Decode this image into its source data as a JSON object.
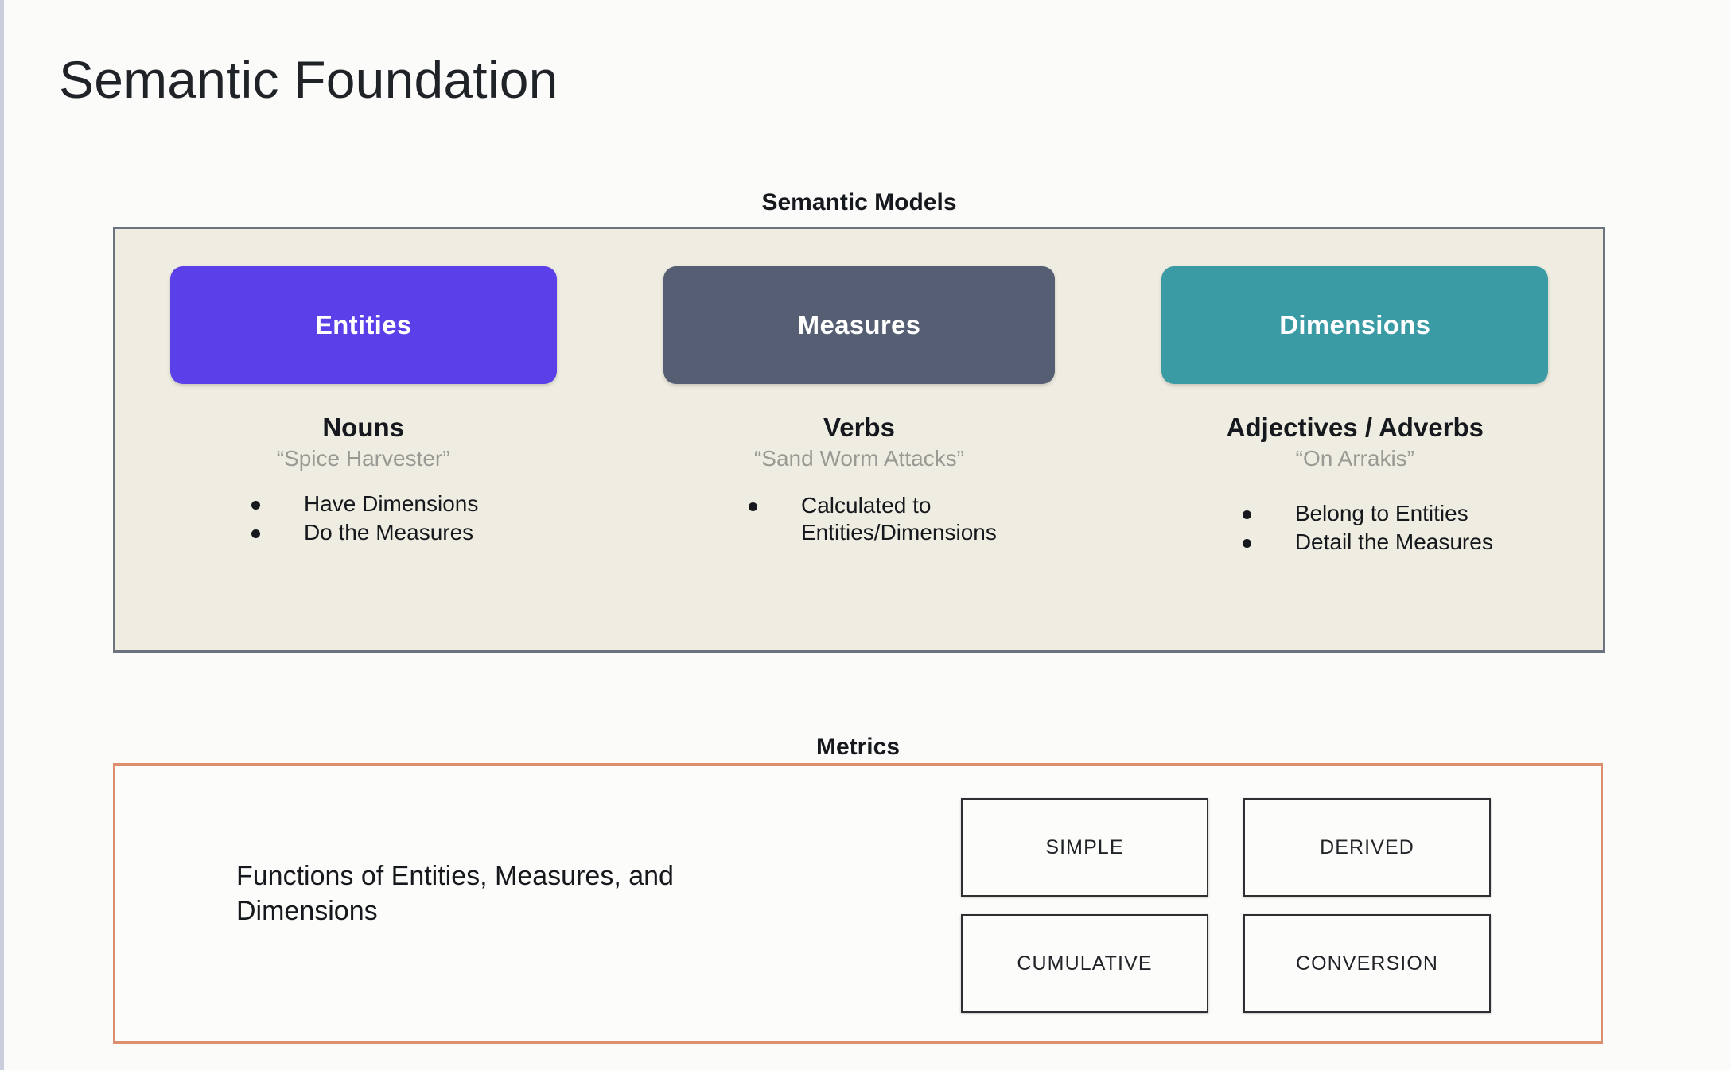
{
  "page": {
    "title": "Semantic Foundation",
    "background_color": "#fbfbf9"
  },
  "semantic_models": {
    "caption": "Semantic Models",
    "panel_background": "#efede1",
    "panel_border_color": "#6b7280",
    "columns": [
      {
        "card_label": "Entities",
        "card_color": "#5b3fe8",
        "part_of_speech": "Nouns",
        "example": "“Spice Harvester”",
        "bullets": [
          "Have Dimensions",
          "Do the Measures"
        ]
      },
      {
        "card_label": "Measures",
        "card_color": "#555e73",
        "part_of_speech": "Verbs",
        "example": "“Sand Worm Attacks”",
        "bullets": [
          "Calculated to Entities/Dimensions"
        ]
      },
      {
        "card_label": "Dimensions",
        "card_color": "#3a9ba5",
        "part_of_speech": "Adjectives / Adverbs",
        "example": "“On Arrakis”",
        "bullets": [
          "Belong to Entities",
          "Detail the Measures"
        ]
      }
    ]
  },
  "metrics": {
    "caption": "Metrics",
    "panel_border_color": "#dd8e6e",
    "description": "Functions of Entities, Measures, and Dimensions",
    "types": [
      "SIMPLE",
      "DERIVED",
      "CUMULATIVE",
      "CONVERSION"
    ]
  }
}
